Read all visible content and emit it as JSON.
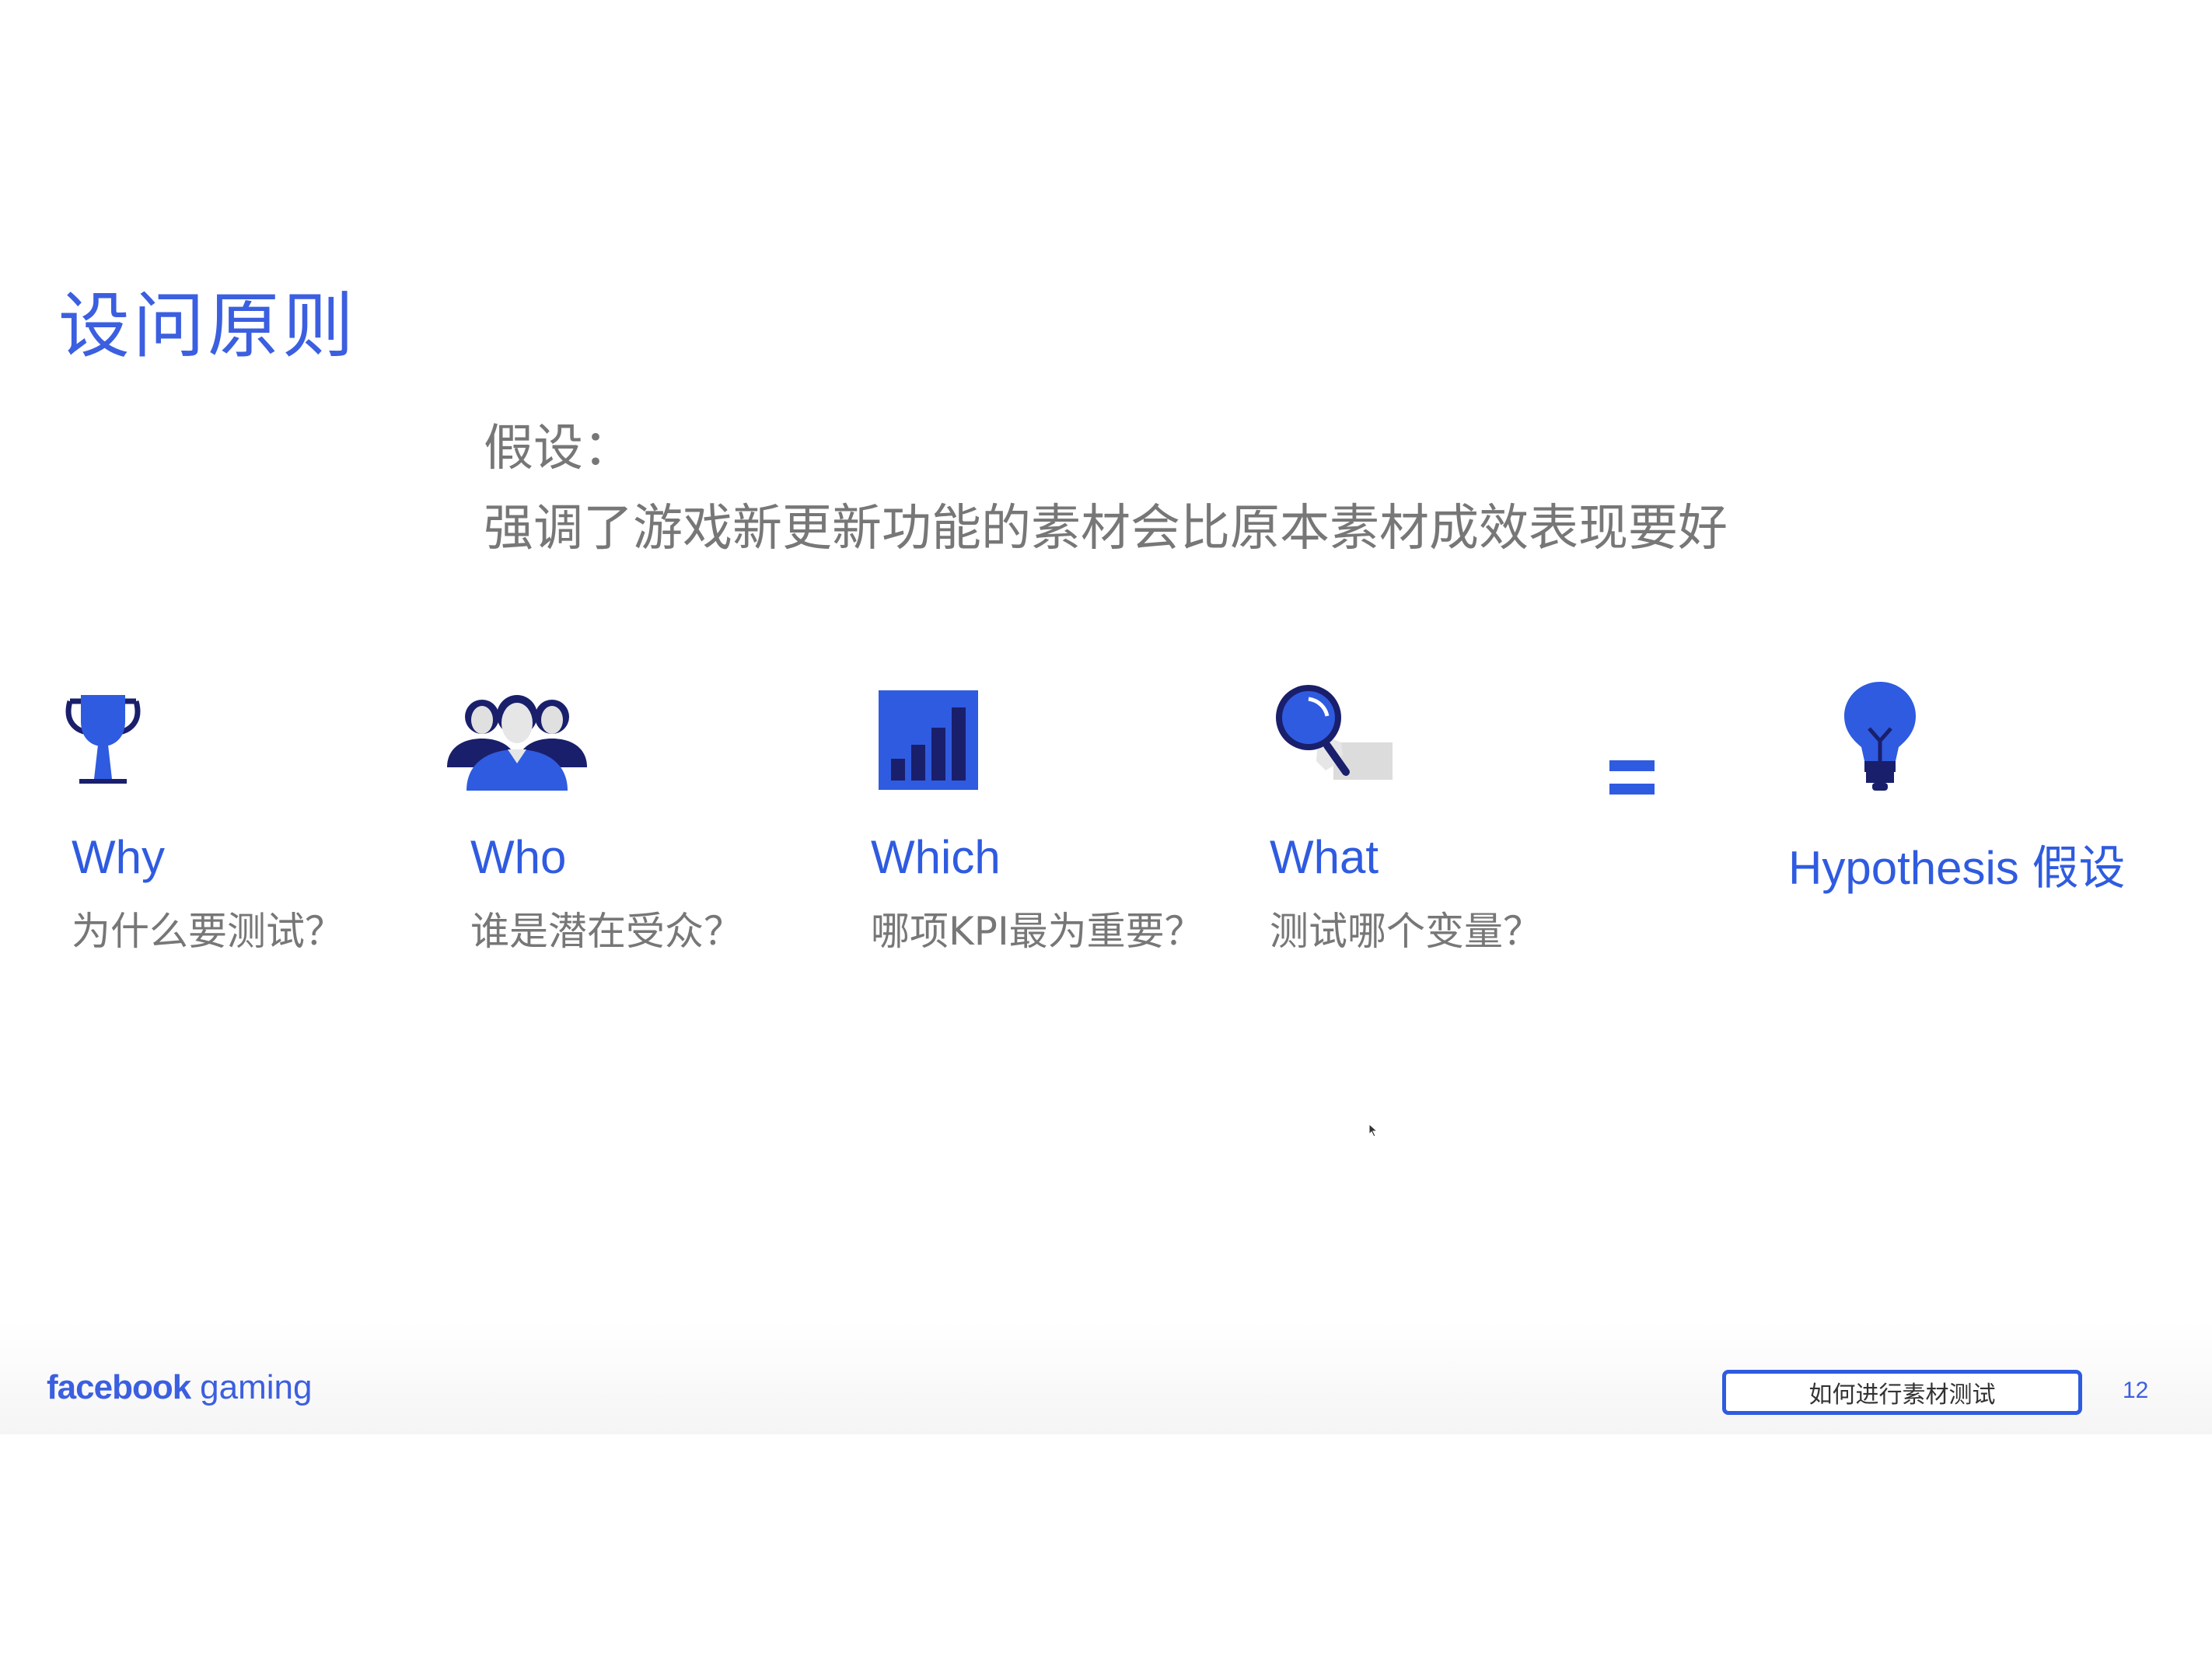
{
  "slide": {
    "title": "设问原则",
    "hypothesis_label": "假设：",
    "hypothesis_text": "强调了游戏新更新功能的素材会比原本素材成效表现要好"
  },
  "items": [
    {
      "word": "Why",
      "question": "为什么要测试？",
      "icon": "trophy-icon"
    },
    {
      "word": "Who",
      "question": "谁是潜在受众？",
      "icon": "audience-icon"
    },
    {
      "word": "Which",
      "question": "哪项KPI最为重要？",
      "icon": "bar-chart-icon"
    },
    {
      "word": "What",
      "question": "测试哪个变量？",
      "icon": "magnifier-icon"
    }
  ],
  "result": {
    "word": "Hypothesis 假设",
    "icon": "lightbulb-icon",
    "operator_icon": "equals-icon"
  },
  "footer": {
    "brand_bold": "facebook",
    "brand_light": "gaming",
    "section_label": "如何进行素材测试",
    "page_number": "12"
  },
  "colors": {
    "accent": "#2f5be0",
    "dark_navy": "#1a1f6b",
    "gray_text": "#777777"
  }
}
